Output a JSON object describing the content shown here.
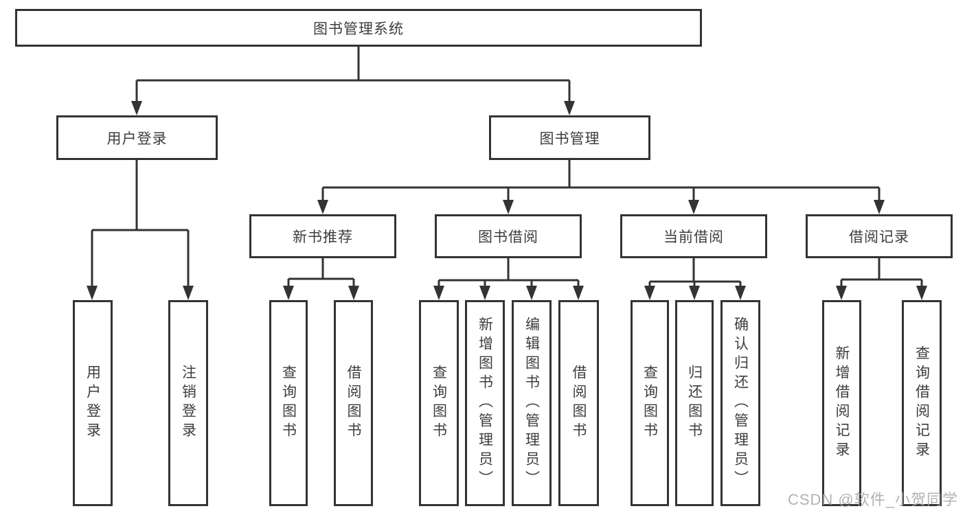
{
  "diagram": {
    "root": {
      "label": "图书管理系统"
    },
    "level2": {
      "user_login": {
        "label": "用户登录"
      },
      "book_mgmt": {
        "label": "图书管理"
      }
    },
    "level3": {
      "new_book": {
        "label": "新书推荐"
      },
      "book_borrow": {
        "label": "图书借阅"
      },
      "current_borrow": {
        "label": "当前借阅"
      },
      "borrow_record": {
        "label": "借阅记录"
      }
    },
    "leaves": {
      "user_login": [
        "用户登录",
        "注销登录"
      ],
      "new_book": [
        "查询图书",
        "借阅图书"
      ],
      "book_borrow": [
        "查询图书",
        "新增图书（管理员）",
        "编辑图书（管理员）",
        "借阅图书"
      ],
      "current_borrow": [
        "查询图书",
        "归还图书",
        "确认归还（管理员）"
      ],
      "borrow_record": [
        "新增借阅记录",
        "查询借阅记录"
      ]
    }
  },
  "watermark": {
    "text": "CSDN @软件_小贺同学"
  },
  "colors": {
    "line": "#333333",
    "box_border": "#333333",
    "text": "#3d3d3d",
    "background": "#ffffff",
    "watermark": "#a4a4a4"
  }
}
